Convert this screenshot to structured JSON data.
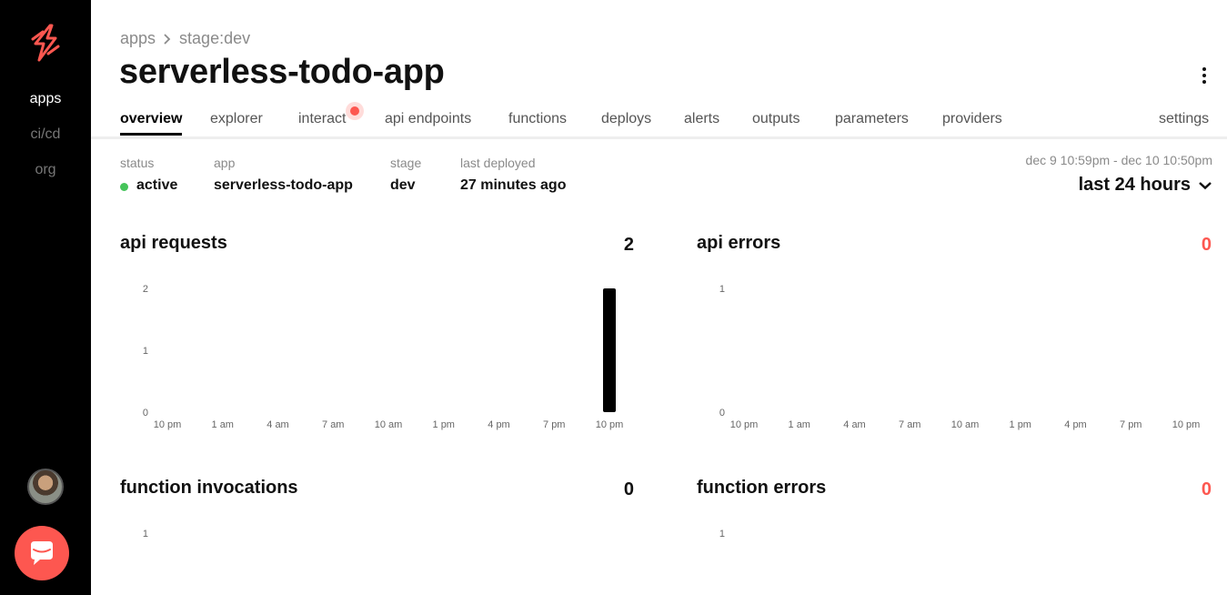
{
  "sidebar": {
    "nav": [
      {
        "label": "apps",
        "active": true
      },
      {
        "label": "ci/cd",
        "active": false
      },
      {
        "label": "org",
        "active": false
      }
    ],
    "logo_icon": "serverless-bolt-icon",
    "chat_icon": "chat-bubble-icon",
    "accent_color": "#fd5750"
  },
  "breadcrumb": {
    "root": "apps",
    "current": "stage:dev"
  },
  "page": {
    "title": "serverless-todo-app"
  },
  "tabs": [
    {
      "label": "overview",
      "active": true
    },
    {
      "label": "explorer"
    },
    {
      "label": "interact",
      "notification": true
    },
    {
      "label": "api endpoints"
    },
    {
      "label": "functions"
    },
    {
      "label": "deploys"
    },
    {
      "label": "alerts"
    },
    {
      "label": "outputs"
    },
    {
      "label": "parameters"
    },
    {
      "label": "providers"
    },
    {
      "label": "settings"
    }
  ],
  "meta": {
    "status": {
      "label": "status",
      "value": "active",
      "color": "#45c45a"
    },
    "app": {
      "label": "app",
      "value": "serverless-todo-app"
    },
    "stage": {
      "label": "stage",
      "value": "dev"
    },
    "last_deployed": {
      "label": "last deployed",
      "value": "27 minutes ago"
    }
  },
  "time_range": {
    "range_text": "dec 9 10:59pm - dec 10 10:50pm",
    "selected": "last 24 hours"
  },
  "chart_data": [
    {
      "type": "bar",
      "title": "api requests",
      "total": "2",
      "total_color": "#111111",
      "x_ticks": [
        "10 pm",
        "1 am",
        "4 am",
        "7 am",
        "10 am",
        "1 pm",
        "4 pm",
        "7 pm",
        "10 pm"
      ],
      "y_ticks": [
        "0",
        "1",
        "2"
      ],
      "ylim": [
        0,
        2
      ],
      "bars": [
        {
          "x_hours": 24,
          "value": 2
        }
      ]
    },
    {
      "type": "bar",
      "title": "api errors",
      "total": "0",
      "total_color": "#fd5750",
      "x_ticks": [
        "10 pm",
        "1 am",
        "4 am",
        "7 am",
        "10 am",
        "1 pm",
        "4 pm",
        "7 pm",
        "10 pm"
      ],
      "y_ticks": [
        "0",
        "1"
      ],
      "ylim": [
        0,
        1
      ],
      "bars": []
    },
    {
      "type": "bar",
      "title": "function invocations",
      "total": "0",
      "total_color": "#111111",
      "y_ticks": [
        "1"
      ],
      "bars": []
    },
    {
      "type": "bar",
      "title": "function errors",
      "total": "0",
      "total_color": "#fd5750",
      "y_ticks": [
        "1"
      ],
      "bars": []
    }
  ]
}
